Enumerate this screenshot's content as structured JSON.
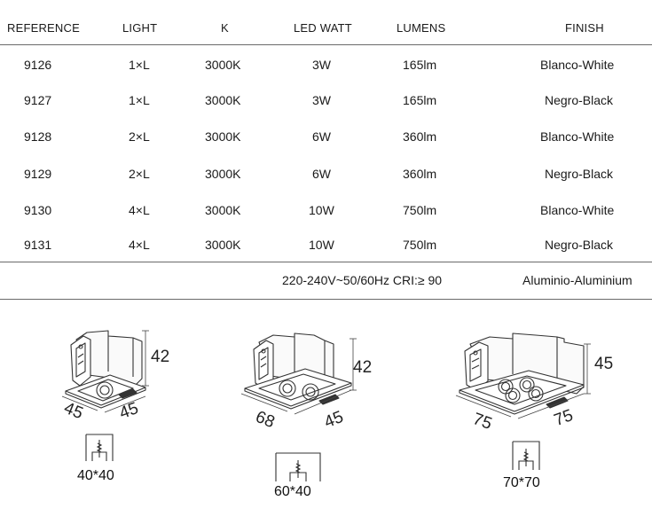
{
  "table": {
    "headers": [
      "REFERENCE",
      "LIGHT",
      "K",
      "LED WATT",
      "LUMENS",
      "FINISH"
    ],
    "rows": [
      [
        "9126",
        "1×L",
        "3000K",
        "3W",
        "165lm",
        "Blanco-White"
      ],
      [
        "9127",
        "1×L",
        "3000K",
        "3W",
        "165lm",
        "Negro-Black"
      ],
      [
        "9128",
        "2×L",
        "3000K",
        "6W",
        "360lm",
        "Blanco-White"
      ],
      [
        "9129",
        "2×L",
        "3000K",
        "6W",
        "360lm",
        "Negro-Black"
      ],
      [
        "9130",
        "4×L",
        "3000K",
        "10W",
        "750lm",
        "Blanco-White"
      ],
      [
        "9131",
        "4×L",
        "3000K",
        "10W",
        "750lm",
        "Negro-Black"
      ]
    ],
    "footer": {
      "electrical": "220-240V~50/60Hz CRI:≥ 90",
      "material": "Aluminio-Aluminium"
    }
  },
  "drawings": [
    {
      "height": "42",
      "width": "45",
      "depth": "45",
      "cutout": "40*40"
    },
    {
      "height": "42",
      "width": "68",
      "depth": "45",
      "cutout": "60*40"
    },
    {
      "height": "45",
      "width": "75",
      "depth": "75",
      "cutout": "70*70"
    }
  ]
}
